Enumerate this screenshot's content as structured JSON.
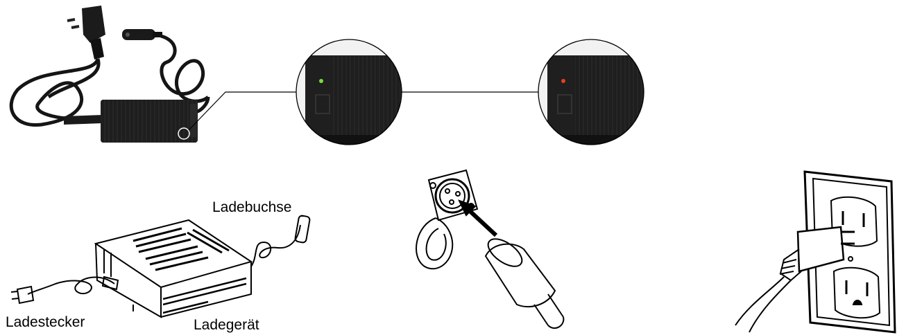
{
  "labels": {
    "charging_socket": "Ladebuchse",
    "charging_plug": "Ladestecker",
    "charger": "Ladegerät"
  },
  "indicators": {
    "charged_led_color": "#7ddc3a",
    "charging_led_color": "#e8401c"
  },
  "icons": [
    "power-adapter-photo",
    "led-zoom-green",
    "led-zoom-red",
    "charger-line-drawing",
    "xlr-socket-drawing",
    "wall-outlet-drawing"
  ]
}
